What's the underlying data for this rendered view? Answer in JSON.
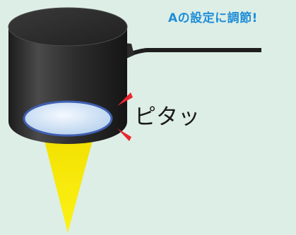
{
  "headline": "Aの設定に調節!",
  "callout": "ピタッ",
  "colors": {
    "background": "#ddeee6",
    "headline": "#1f8ed8",
    "sensor_body": "#2b2b2b",
    "lens": "#cfe3f5",
    "lens_rim": "#3f5fb0",
    "beam": "#f5e600",
    "marker": "#e8262e"
  },
  "icons": [
    "sensor-body",
    "sensor-lens",
    "light-beam",
    "cable",
    "adjust-marker"
  ]
}
